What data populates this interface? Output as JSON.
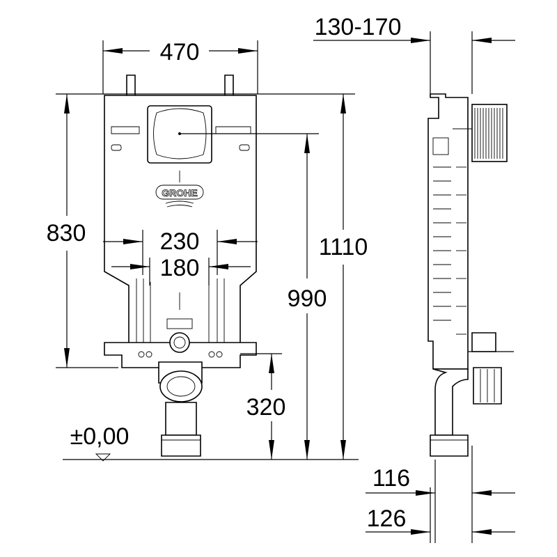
{
  "dimensions": {
    "frame_width": "470",
    "frame_height": "830",
    "total_height": "1110",
    "center_height": "990",
    "drain_height": "320",
    "spacing_outer": "230",
    "spacing_inner": "180",
    "floor_level": "±0,00",
    "depth_range": "130-170",
    "depth_min": "116",
    "depth_max": "126"
  },
  "brand": {
    "logo": "GROHE"
  }
}
